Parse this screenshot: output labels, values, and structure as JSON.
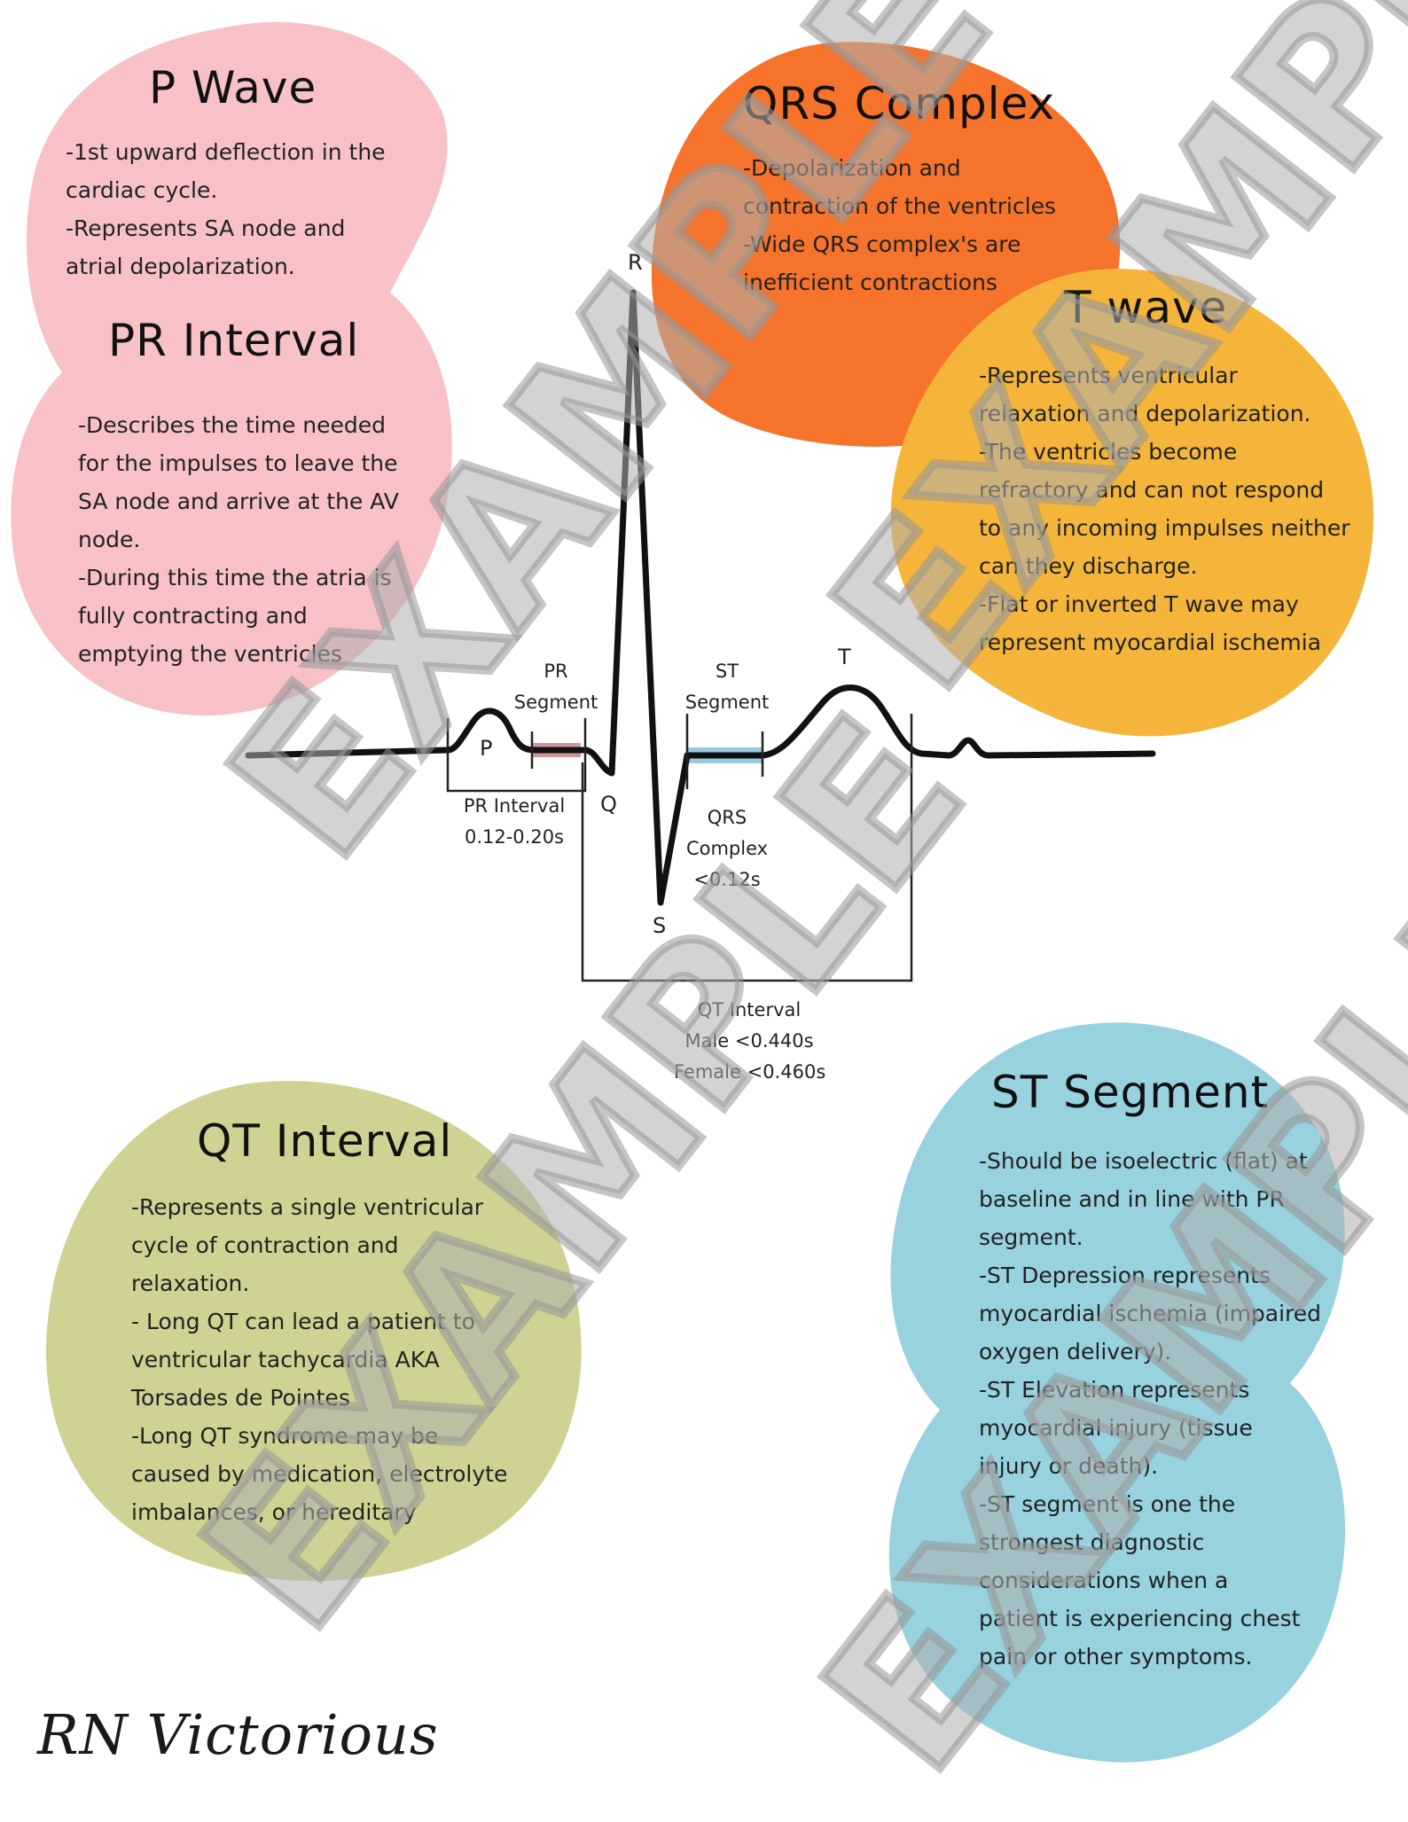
{
  "colors": {
    "p_wave": "#f7c1c6",
    "qrs": "#f6732b",
    "t_wave": "#f4b53a",
    "qt": "#cfd293",
    "st": "#97d2de",
    "pr_segment_highlight": "#c98a8e",
    "st_segment_highlight": "#8cc4d6",
    "watermark": "#b0b0b0"
  },
  "cards": {
    "p_wave": {
      "title": "P Wave",
      "lines": [
        "-1st  upward deflection in the",
        "cardiac cycle.",
        "-Represents SA node and",
        "atrial depolarization."
      ]
    },
    "pr_interval": {
      "title": "PR Interval",
      "lines": [
        "-Describes the time needed",
        "for the impulses to leave the",
        "SA node and arrive at the AV",
        "node.",
        "-During this time the atria is",
        "fully contracting and",
        "emptying the ventricles"
      ]
    },
    "qrs_complex": {
      "title": "QRS Complex",
      "lines": [
        "-Depolarization and",
        "contraction of the ventricles",
        "-Wide QRS complex's are",
        "inefficient contractions"
      ]
    },
    "t_wave": {
      "title": "T wave",
      "lines": [
        "-Represents ventricular",
        "relaxation and depolarization.",
        "-The ventricles become",
        "refractory and can not respond",
        "to any incoming impulses neither",
        "can they discharge.",
        "-Flat or inverted T wave may",
        "represent myocardial ischemia"
      ]
    },
    "qt_interval": {
      "title": "QT Interval",
      "lines": [
        "-Represents a single ventricular",
        "cycle of contraction and",
        "relaxation.",
        "- Long QT can lead a patient to",
        "ventricular tachycardia AKA",
        "Torsades de Pointes",
        "-Long QT syndrome may be",
        "caused by medication, electrolyte",
        "imbalances, or hereditary"
      ]
    },
    "st_segment": {
      "title": "ST Segment",
      "lines": [
        "-Should be isoelectric (flat) at",
        "baseline and in line with PR",
        "segment.",
        "-ST Depression represents",
        "myocardial ischemia (impaired",
        "oxygen delivery).",
        "-ST Elevation represents",
        "myocardial injury (tissue",
        "injury or death).",
        "-ST segment is one the",
        "strongest diagnostic",
        "considerations when a",
        "patient is experiencing chest",
        "pain or other symptoms."
      ]
    }
  },
  "ekg": {
    "letters": {
      "p": "P",
      "q": "Q",
      "r": "R",
      "s": "S",
      "t": "T"
    },
    "pr_segment": [
      "PR",
      "Segment"
    ],
    "st_segment": [
      "ST",
      "Segment"
    ],
    "pr_interval": [
      "PR Interval",
      "0.12-0.20s"
    ],
    "qrs_complex": [
      "QRS",
      "Complex",
      "<0.12s"
    ],
    "qt_interval": [
      "QT Interval",
      "Male <0.440s",
      "Female <0.460s"
    ]
  },
  "watermark_text": "EXAMPLE",
  "signature": "RN Victorious"
}
